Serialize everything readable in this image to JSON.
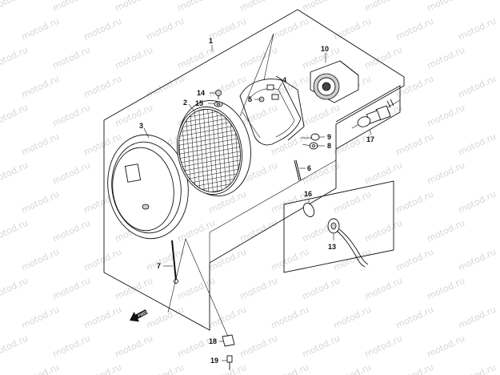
{
  "watermark": {
    "text": "motod.ru"
  },
  "callouts": [
    {
      "id": "c1",
      "label": "1"
    },
    {
      "id": "c2",
      "label": "2"
    },
    {
      "id": "c3",
      "label": "3"
    },
    {
      "id": "c4",
      "label": "4"
    },
    {
      "id": "c5",
      "label": "5"
    },
    {
      "id": "c6",
      "label": "6"
    },
    {
      "id": "c7",
      "label": "7"
    },
    {
      "id": "c8",
      "label": "8"
    },
    {
      "id": "c9",
      "label": "9"
    },
    {
      "id": "c10",
      "label": "10"
    },
    {
      "id": "c13",
      "label": "13"
    },
    {
      "id": "c14",
      "label": "14"
    },
    {
      "id": "c15",
      "label": "15"
    },
    {
      "id": "c16",
      "label": "16"
    },
    {
      "id": "c17",
      "label": "17"
    },
    {
      "id": "c18",
      "label": "18"
    },
    {
      "id": "c19",
      "label": "19"
    }
  ],
  "direction_arrow": {
    "text": "FWD",
    "icon": "fwd-arrow-icon"
  },
  "colors": {
    "line": "#111111",
    "watermark": "#d6d6d6",
    "background": "#ffffff"
  }
}
